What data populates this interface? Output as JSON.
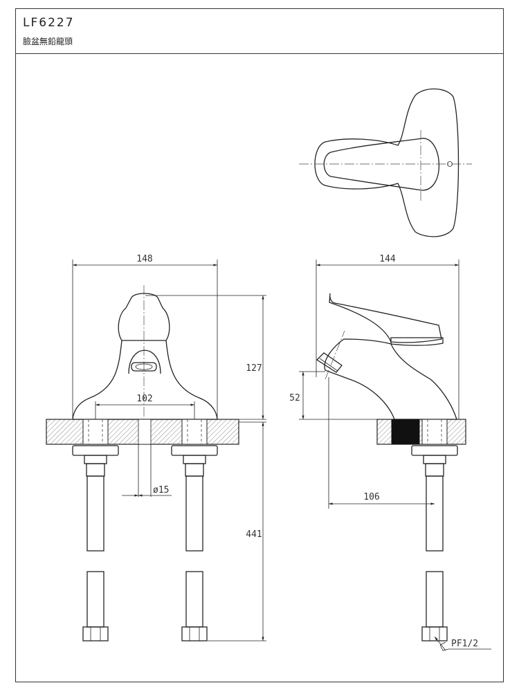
{
  "title_block": {
    "model": "LF6227",
    "description": "臉盆無鉛龍頭"
  },
  "dimensions": {
    "width_front": "148",
    "width_side": "144",
    "height_spout": "127",
    "center_distance": "102",
    "hole_diameter": "ø15",
    "spout_clearance": "52",
    "hose_length": "441",
    "spout_reach": "106"
  },
  "callouts": {
    "thread": "PF1/2"
  }
}
